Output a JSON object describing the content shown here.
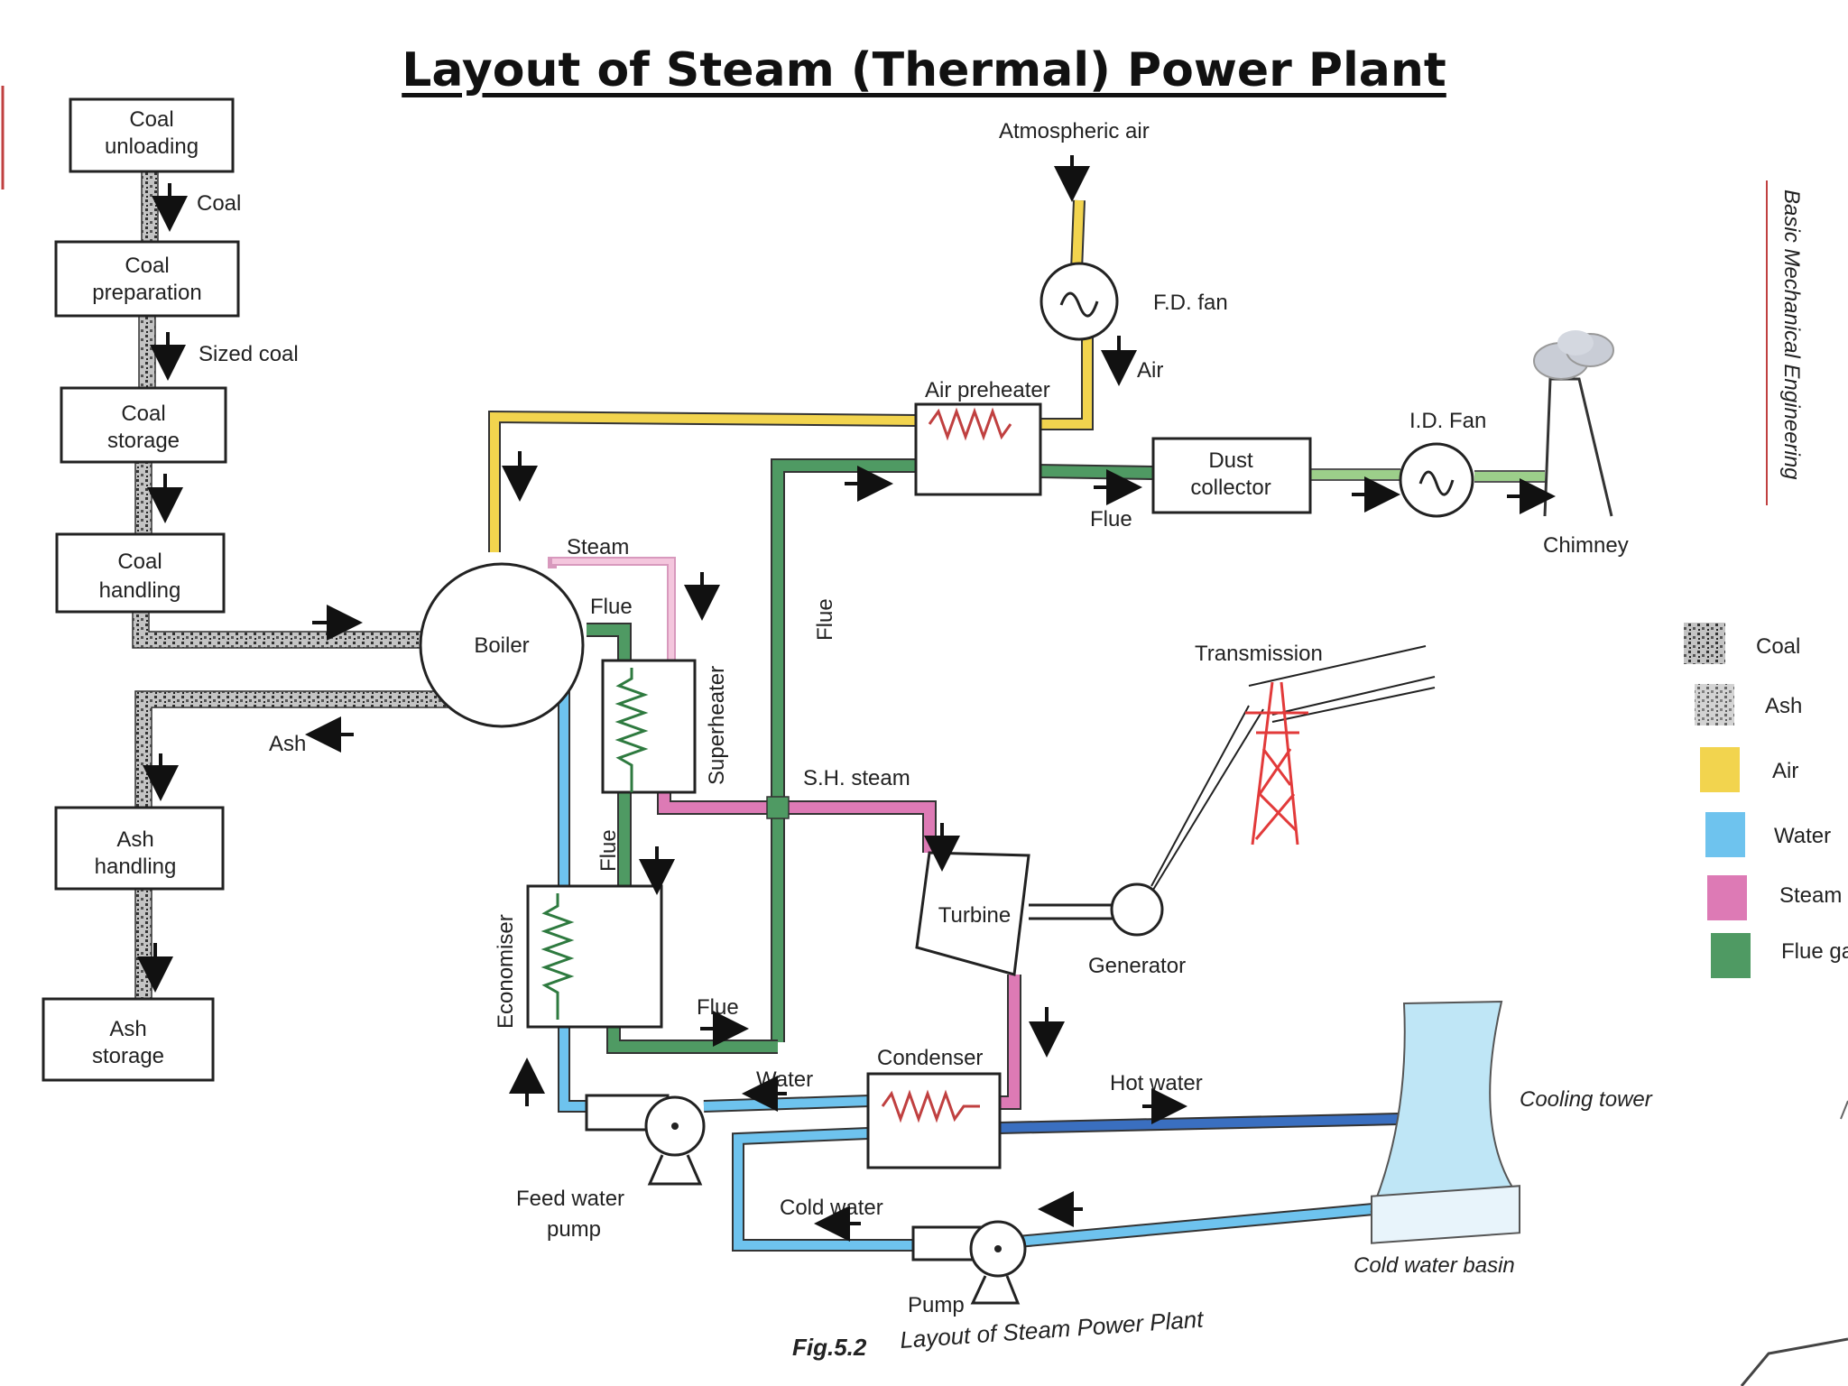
{
  "title": "Layout of Steam (Thermal) Power Plant",
  "caption": {
    "fig_no": "Fig.5.2",
    "text": "Layout of Steam Power Plant"
  },
  "side_text": "Basic Mechanical Engineering",
  "labels": {
    "coal_unloading": [
      "Coal",
      "unloading"
    ],
    "coal_preparation": [
      "Coal",
      "preparation"
    ],
    "coal_storage": [
      "Coal",
      "storage"
    ],
    "coal_handling": [
      "Coal",
      "handling"
    ],
    "ash_handling": [
      "Ash",
      "handling"
    ],
    "ash_storage": [
      "Ash",
      "storage"
    ],
    "coal_flow": "Coal",
    "sized_coal": "Sized coal",
    "ash_flow": "Ash",
    "boiler": "Boiler",
    "atmospheric_air": "Atmospheric air",
    "fd_fan": "F.D. fan",
    "air": "Air",
    "air_preheater": "Air preheater",
    "dust_collector": [
      "Dust",
      "collector"
    ],
    "id_fan": "I.D. Fan",
    "chimney": "Chimney",
    "flue_main": "Flue",
    "flue_vertical": "Flue",
    "flue_boiler": "Flue",
    "flue_mid": "Flue",
    "flue_bottom": "Flue",
    "steam": "Steam",
    "superheater": "Superheater",
    "sh_steam": "S.H. steam",
    "economiser": "Economiser",
    "turbine": "Turbine",
    "generator": "Generator",
    "transmission": "Transmission",
    "condenser": "Condenser",
    "water": "Water",
    "hot_water": "Hot water",
    "cold_water": "Cold water",
    "cooling_tower": "Cooling tower",
    "cold_water_basin": "Cold water basin",
    "feed_water_pump": [
      "Feed water",
      "pump"
    ],
    "pump": "Pump"
  },
  "legend": [
    {
      "label": "Coal",
      "color": "#9a9a9a"
    },
    {
      "label": "Ash",
      "color": "#b5b5b5"
    },
    {
      "label": "Air",
      "color": "#f2d44e"
    },
    {
      "label": "Water",
      "color": "#6ec3ee"
    },
    {
      "label": "Steam",
      "color": "#dd7ab5"
    },
    {
      "label": "Flue gas",
      "color": "#4f9a63"
    }
  ],
  "colors": {
    "coal": "#8a8a8a",
    "air": "#f2d44e",
    "water": "#6ec3ee",
    "hot_water": "#3a6fc0",
    "steam": "#dd7ab5",
    "steam_light": "#f4c6dd",
    "flue": "#4f9a63",
    "flue_light": "#9ccf8a",
    "tower": "#bfe6f6",
    "caption": "#1f4a9a",
    "caption_text": "#b03030"
  }
}
